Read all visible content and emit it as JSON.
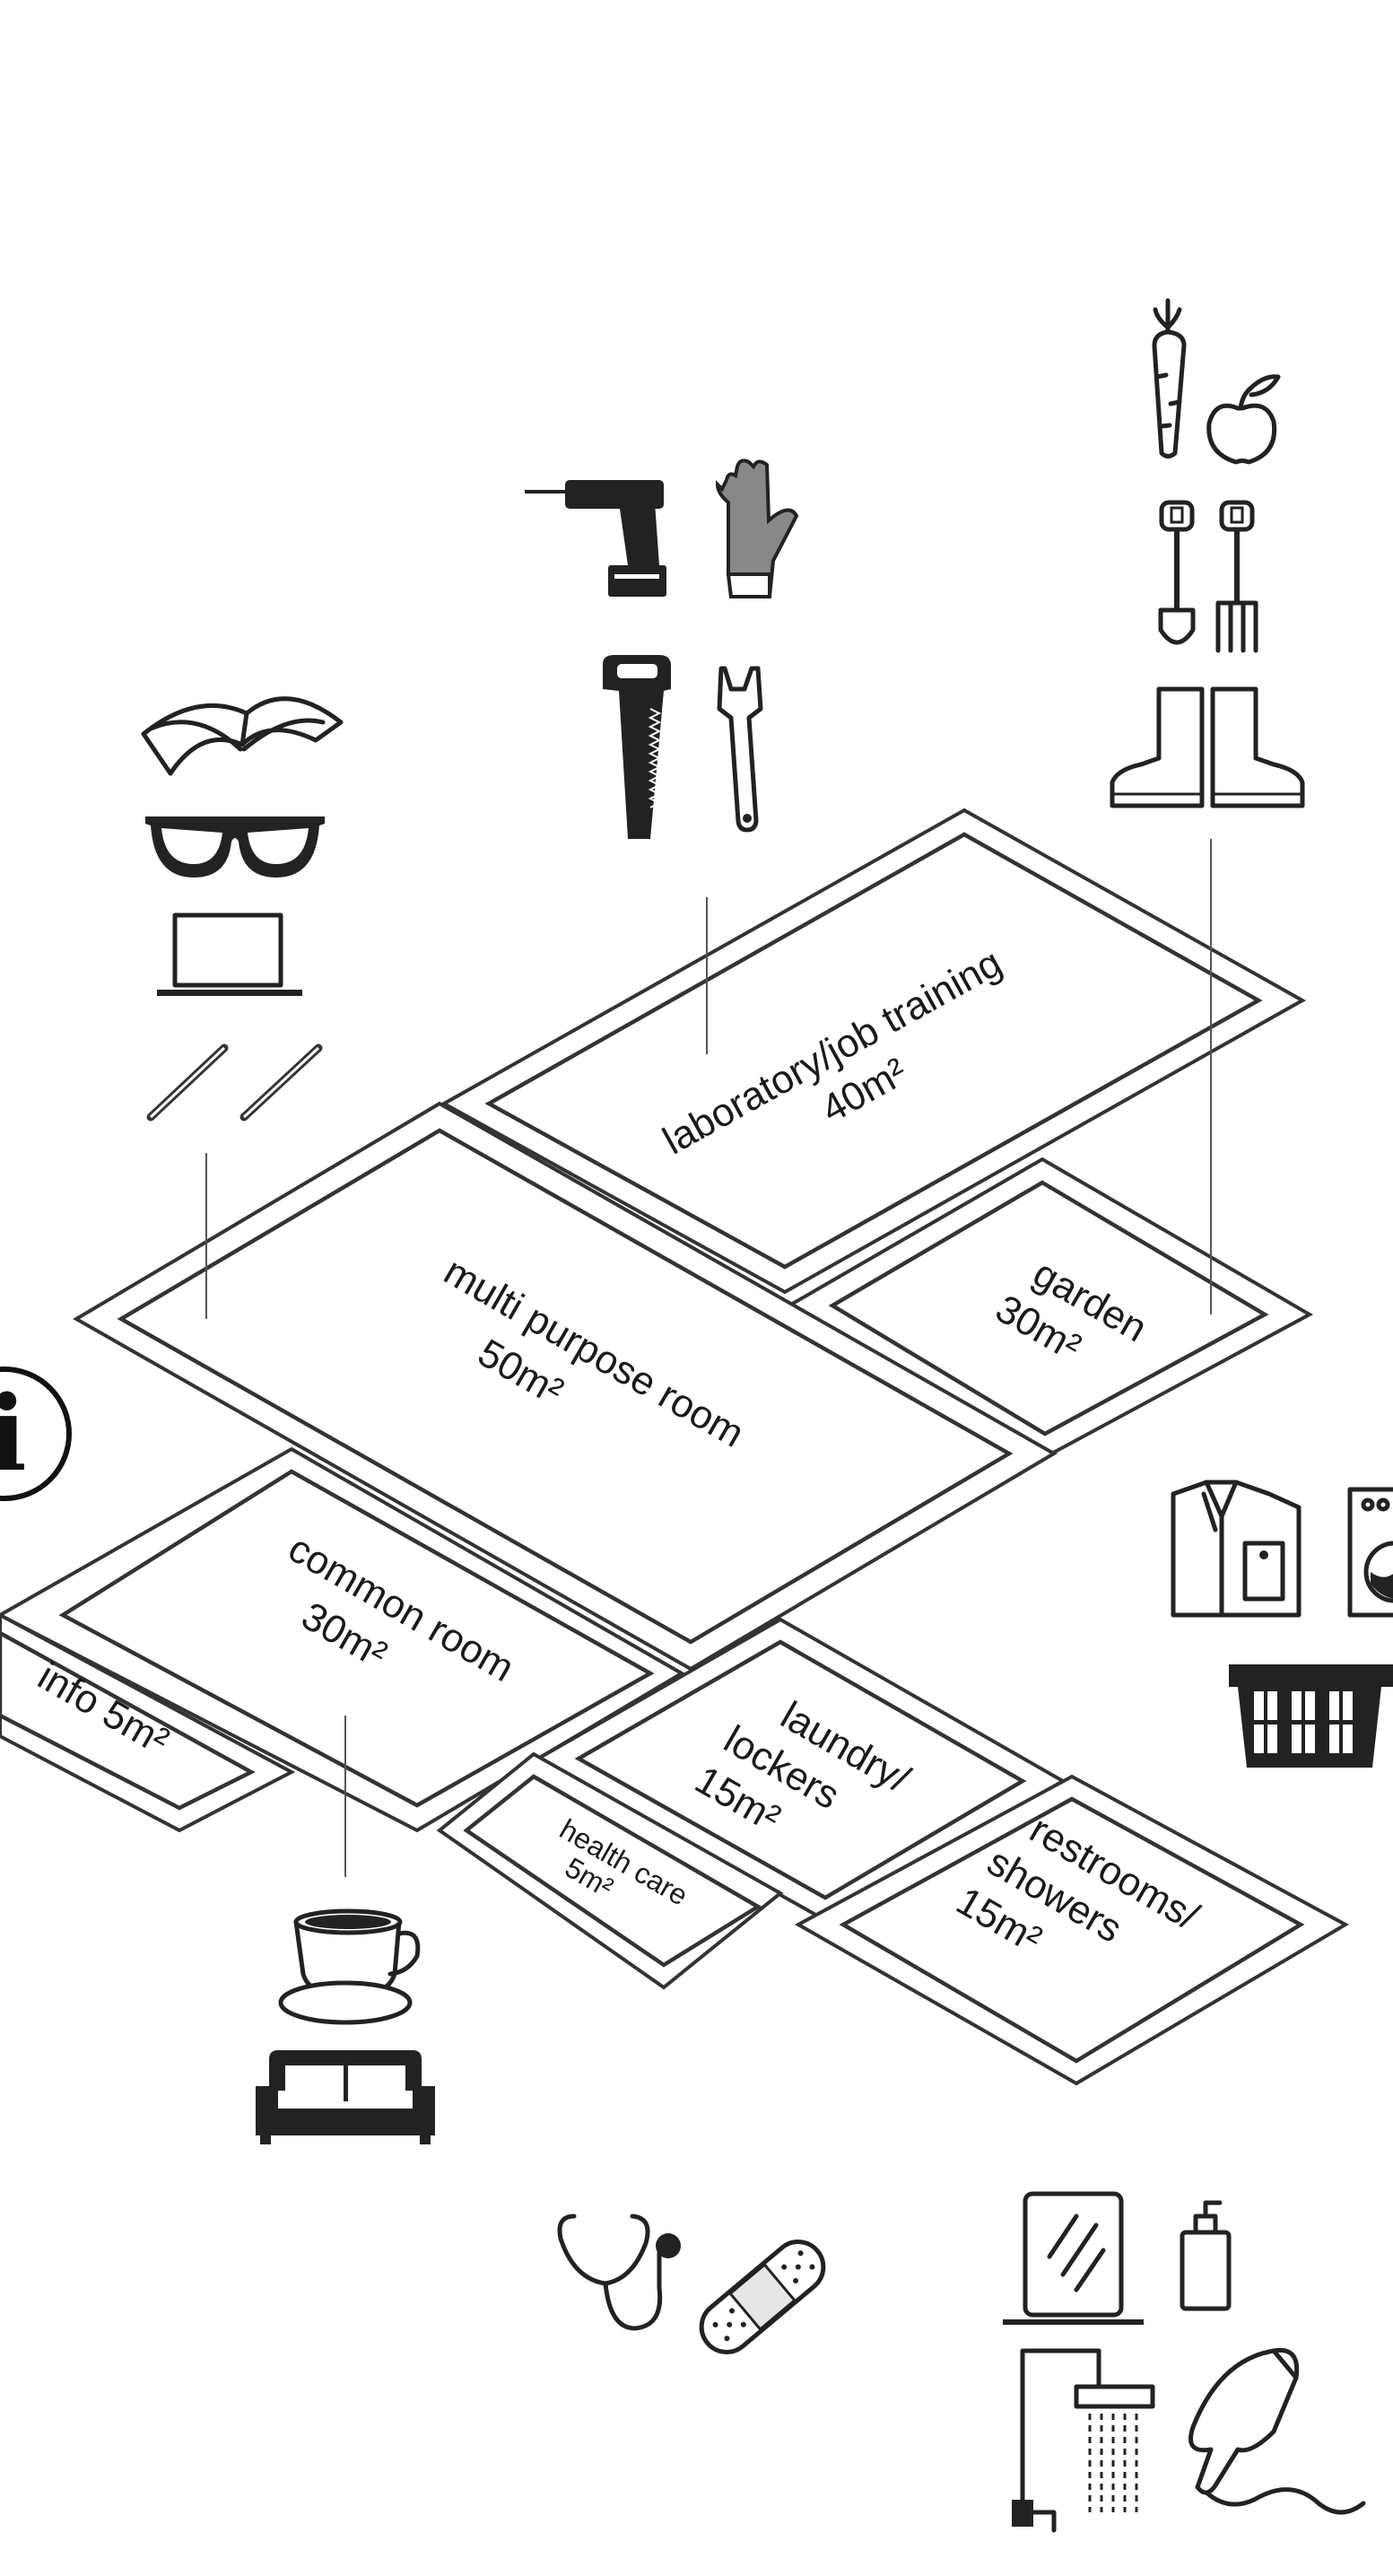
{
  "rooms": {
    "laboratory": {
      "name": "laboratory/job training",
      "area": "40m²"
    },
    "garden": {
      "name": "garden",
      "area": "30m²"
    },
    "multi_purpose": {
      "name": "multi purpose room",
      "area": "50m²"
    },
    "common_room": {
      "name": "common room",
      "area": "30m²"
    },
    "info": {
      "label": "info 5m²"
    },
    "laundry": {
      "line1": "laundry/",
      "line2": "lockers",
      "area": "15m²"
    },
    "health_care": {
      "name": "health care",
      "area": "5m²"
    },
    "restrooms": {
      "line1": "restrooms/",
      "line2": "showers",
      "area": "15m²"
    }
  },
  "info_icon": {
    "glyph": "i"
  },
  "icon_groups": {
    "study": [
      "book-icon",
      "glasses-icon",
      "laptop-icon",
      "pencil-icon",
      "pencil-icon"
    ],
    "tools": [
      "drill-icon",
      "glove-icon",
      "saw-icon",
      "wrench-icon"
    ],
    "garden": [
      "carrot-icon",
      "apple-icon",
      "shovel-icon",
      "fork-icon",
      "boots-icon"
    ],
    "laundry": [
      "shirt-icon",
      "washing-machine-icon",
      "laundry-basket-icon"
    ],
    "common": [
      "coffee-cup-icon",
      "sofa-icon"
    ],
    "health": [
      "stethoscope-icon",
      "bandage-icon"
    ],
    "restroom": [
      "mirror-icon",
      "soap-dispenser-icon",
      "shower-icon",
      "hair-dryer-icon"
    ]
  }
}
